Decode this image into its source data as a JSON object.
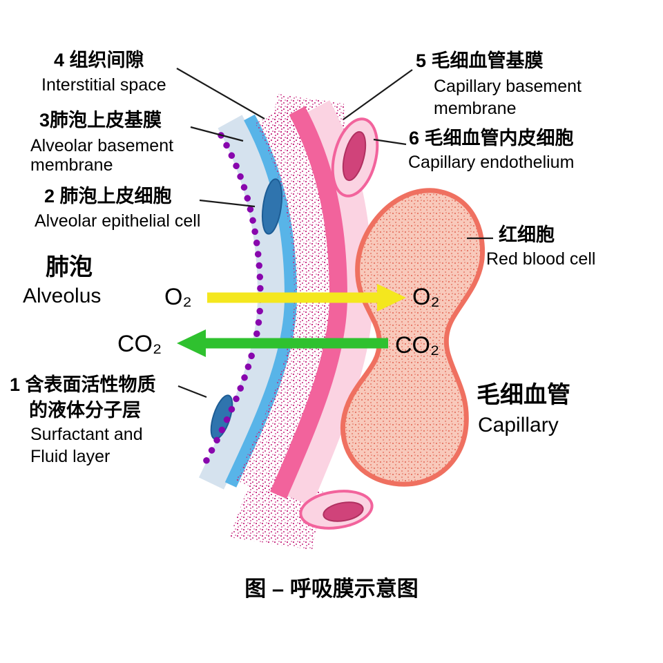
{
  "figure": {
    "title": "图 – 呼吸膜示意图"
  },
  "labels": {
    "interstitial": {
      "zh": "4 组织间隙",
      "en": "Interstitial space"
    },
    "cap_basement": {
      "zh": "5 毛细血管基膜",
      "en1": "Capillary basement",
      "en2": "membrane"
    },
    "alv_basement": {
      "zh": "3肺泡上皮基膜",
      "en1": "Alveolar basement",
      "en2": "membrane"
    },
    "cap_endothelium": {
      "zh": "6 毛细血管内皮细胞",
      "en": "Capillary endothelium"
    },
    "alv_epithelial": {
      "zh": "2 肺泡上皮细胞",
      "en": "Alveolar epithelial cell"
    },
    "red_blood_cell": {
      "zh": "红细胞",
      "en": "Red blood cell"
    },
    "alveolus": {
      "zh": "肺泡",
      "en": "Alveolus"
    },
    "surfactant": {
      "zh1": "1 含表面活性物质",
      "zh2": "的液体分子层",
      "en1": "Surfactant and",
      "en2": "Fluid layer"
    },
    "capillary": {
      "zh": "毛细血管",
      "en": "Capillary"
    }
  },
  "molecules": {
    "o2_alveolus": "O₂",
    "o2_capillary": "O₂",
    "co2_alveolus": "CO₂",
    "co2_capillary": "CO₂"
  },
  "colors": {
    "o2_arrow": "#f4e71e",
    "co2_arrow": "#2fc12f",
    "surfactant_dots": "#8806ad",
    "epithelial_cell_layer": "#d5e2ee",
    "alveolar_basement": "#58b4e8",
    "interstitial_stipple": "#c42079",
    "capillary_basement": "#f2639c",
    "endothelium_layer": "#fbd3e2",
    "nucleus_blue": "#2f74ae",
    "nucleus_pink": "#d0437a",
    "rbc_fill": "#f8c9bb",
    "rbc_outline": "#ef7060",
    "pointer_line": "#1a1a1a",
    "text": "#000000"
  }
}
